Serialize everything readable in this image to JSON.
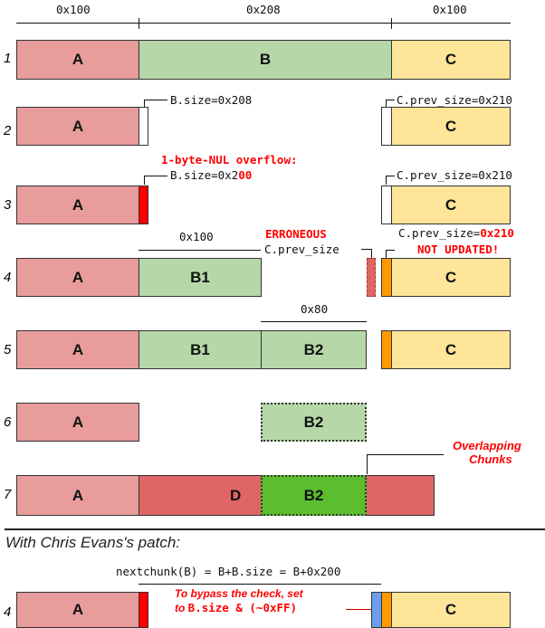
{
  "top_labels": {
    "a": "0x100",
    "b": "0x208",
    "c": "0x100"
  },
  "rows": {
    "r1": "1",
    "r2": "2",
    "r3": "3",
    "r4": "4",
    "r5": "5",
    "r6": "6",
    "r7": "7",
    "r4b": "4"
  },
  "chunks": {
    "a": "A",
    "b": "B",
    "c": "C",
    "b1": "B1",
    "b2": "B2",
    "d": "D"
  },
  "row2": {
    "bsize": "B.size=0x208",
    "cprev": "C.prev_size=0x210"
  },
  "row3": {
    "overflow": "1-byte-NUL overflow:",
    "bsize_prefix": "B.size=0x2",
    "bsize_suffix": "00",
    "cprev": "C.prev_size=0x210"
  },
  "row4": {
    "size": "0x100",
    "erroneous": "ERRONEOUS",
    "cprev_err": "C.prev_size",
    "cprev_prefix": "C.prev_size=",
    "cprev_val": "0x210",
    "not_updated": "NOT UPDATED!"
  },
  "row5": {
    "size": "0x80"
  },
  "row7": {
    "overlap1": "Overlapping",
    "overlap2": "Chunks"
  },
  "patch": {
    "heading": "With Chris Evans's patch:",
    "nextchunk": "nextchunk(B) = B+B.size = B+0x200",
    "bypass1": "To bypass the check, set",
    "bypass2_prefix": "to ",
    "bypass2_code": "B.size & (~0xFF)"
  },
  "colors": {
    "a": "#e89c9c",
    "b": "#b6d7a8",
    "c": "#ffe599",
    "d": "#e06666",
    "red": "#ff0000",
    "orange": "#ff9900",
    "blue": "#6d9eeb",
    "green": "#5cbd2f"
  }
}
